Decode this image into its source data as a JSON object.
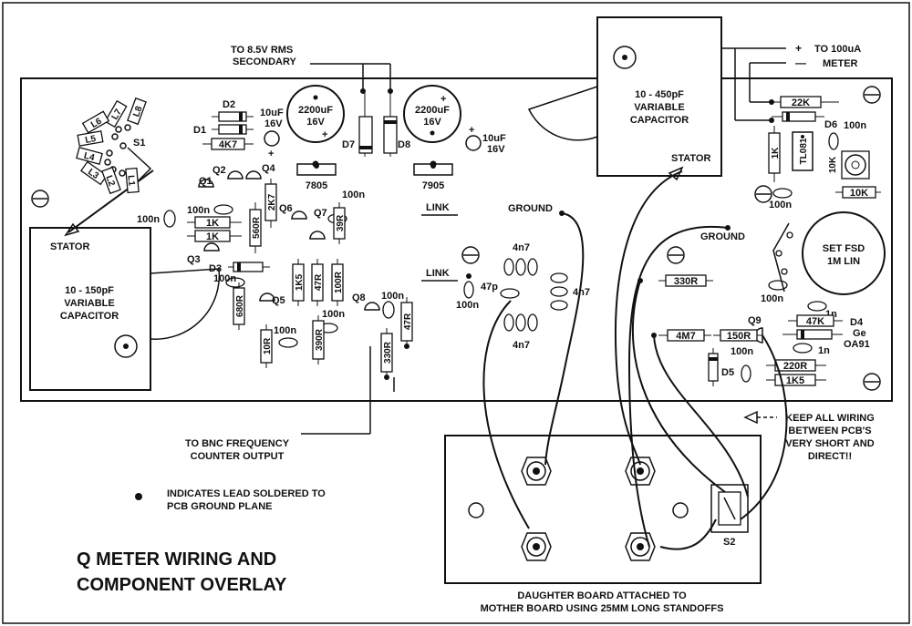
{
  "title": {
    "line1": "Q METER WIRING AND",
    "line2": "COMPONENT OVERLAY"
  },
  "notes": {
    "secondary": [
      "TO 8.5V RMS",
      "SECONDARY"
    ],
    "meter": [
      "TO 100uA",
      "METER"
    ],
    "meter_plus": "+",
    "meter_minus": "—",
    "bnc": [
      "TO BNC FREQUENCY",
      "COUNTER OUTPUT"
    ],
    "ground_dot": [
      "INDICATES LEAD SOLDERED TO",
      "PCB GROUND PLANE"
    ],
    "wiring": [
      "KEEP ALL WIRING",
      "BETWEEN PCB'S",
      "VERY SHORT AND",
      "DIRECT!!"
    ],
    "daughter": [
      "DAUGHTER BOARD ATTACHED TO",
      "MOTHER BOARD USING 25MM LONG STANDOFFS"
    ]
  },
  "cap_small": {
    "stator": "STATOR",
    "lines": [
      "10 - 150pF",
      "VARIABLE",
      "CAPACITOR"
    ]
  },
  "cap_large": {
    "stator": "STATOR",
    "lines": [
      "10 - 450pF",
      "VARIABLE",
      "CAPACITOR"
    ]
  },
  "pot": {
    "lines": [
      "SET FSD",
      "1M LIN"
    ]
  },
  "electrolytics": [
    {
      "lines": [
        "2200uF",
        "16V"
      ]
    },
    {
      "lines": [
        "2200uF",
        "16V"
      ]
    },
    {
      "lines": [
        "10uF",
        "16V"
      ]
    },
    {
      "lines": [
        "10uF",
        "16V"
      ]
    }
  ],
  "switches": {
    "s1": "S1",
    "s2": "S2"
  },
  "coils": [
    "L1",
    "L2",
    "L3",
    "L4",
    "L5",
    "L6",
    "L7",
    "L8"
  ],
  "labels": {
    "D1": "D1",
    "D2": "D2",
    "D3": "D3",
    "D5": "D5",
    "D6": "D6",
    "D7": "D7",
    "D8": "D8",
    "D4": "D4",
    "Ge": "Ge",
    "OA91": "OA91",
    "Q1": "Q1",
    "Q2": "Q2",
    "Q3": "Q3",
    "Q4": "Q4",
    "Q5": "Q5",
    "Q6": "Q6",
    "Q7": "Q7",
    "Q8": "Q8",
    "Q9": "Q9",
    "r4K7": "4K7",
    "r1K_a": "1K",
    "r1K_b": "1K",
    "r2K7": "2K7",
    "r560R": "560R",
    "r39R": "39R",
    "r680R": "680R",
    "r1K5_a": "1K5",
    "r47R_a": "47R",
    "r100R": "100R",
    "r10R": "10R",
    "r390R": "390R",
    "r330R_a": "330R",
    "r47R_b": "47R",
    "r22K": "22K",
    "r1K_c": "1K",
    "r10K": "10K",
    "r10K_trim": "10K",
    "r330R_b": "330R",
    "r4M7": "4M7",
    "r150R": "150R",
    "r47K": "47K",
    "r220R": "220R",
    "r1K5_b": "1K5",
    "reg1": "7805",
    "reg2": "7905",
    "ic": "TL081",
    "link1": "LINK",
    "link2": "LINK",
    "ground1": "GROUND",
    "ground2": "GROUND",
    "c100n": "100n",
    "c4n7": "4n7",
    "c47p": "47p",
    "c1n": "1n"
  }
}
